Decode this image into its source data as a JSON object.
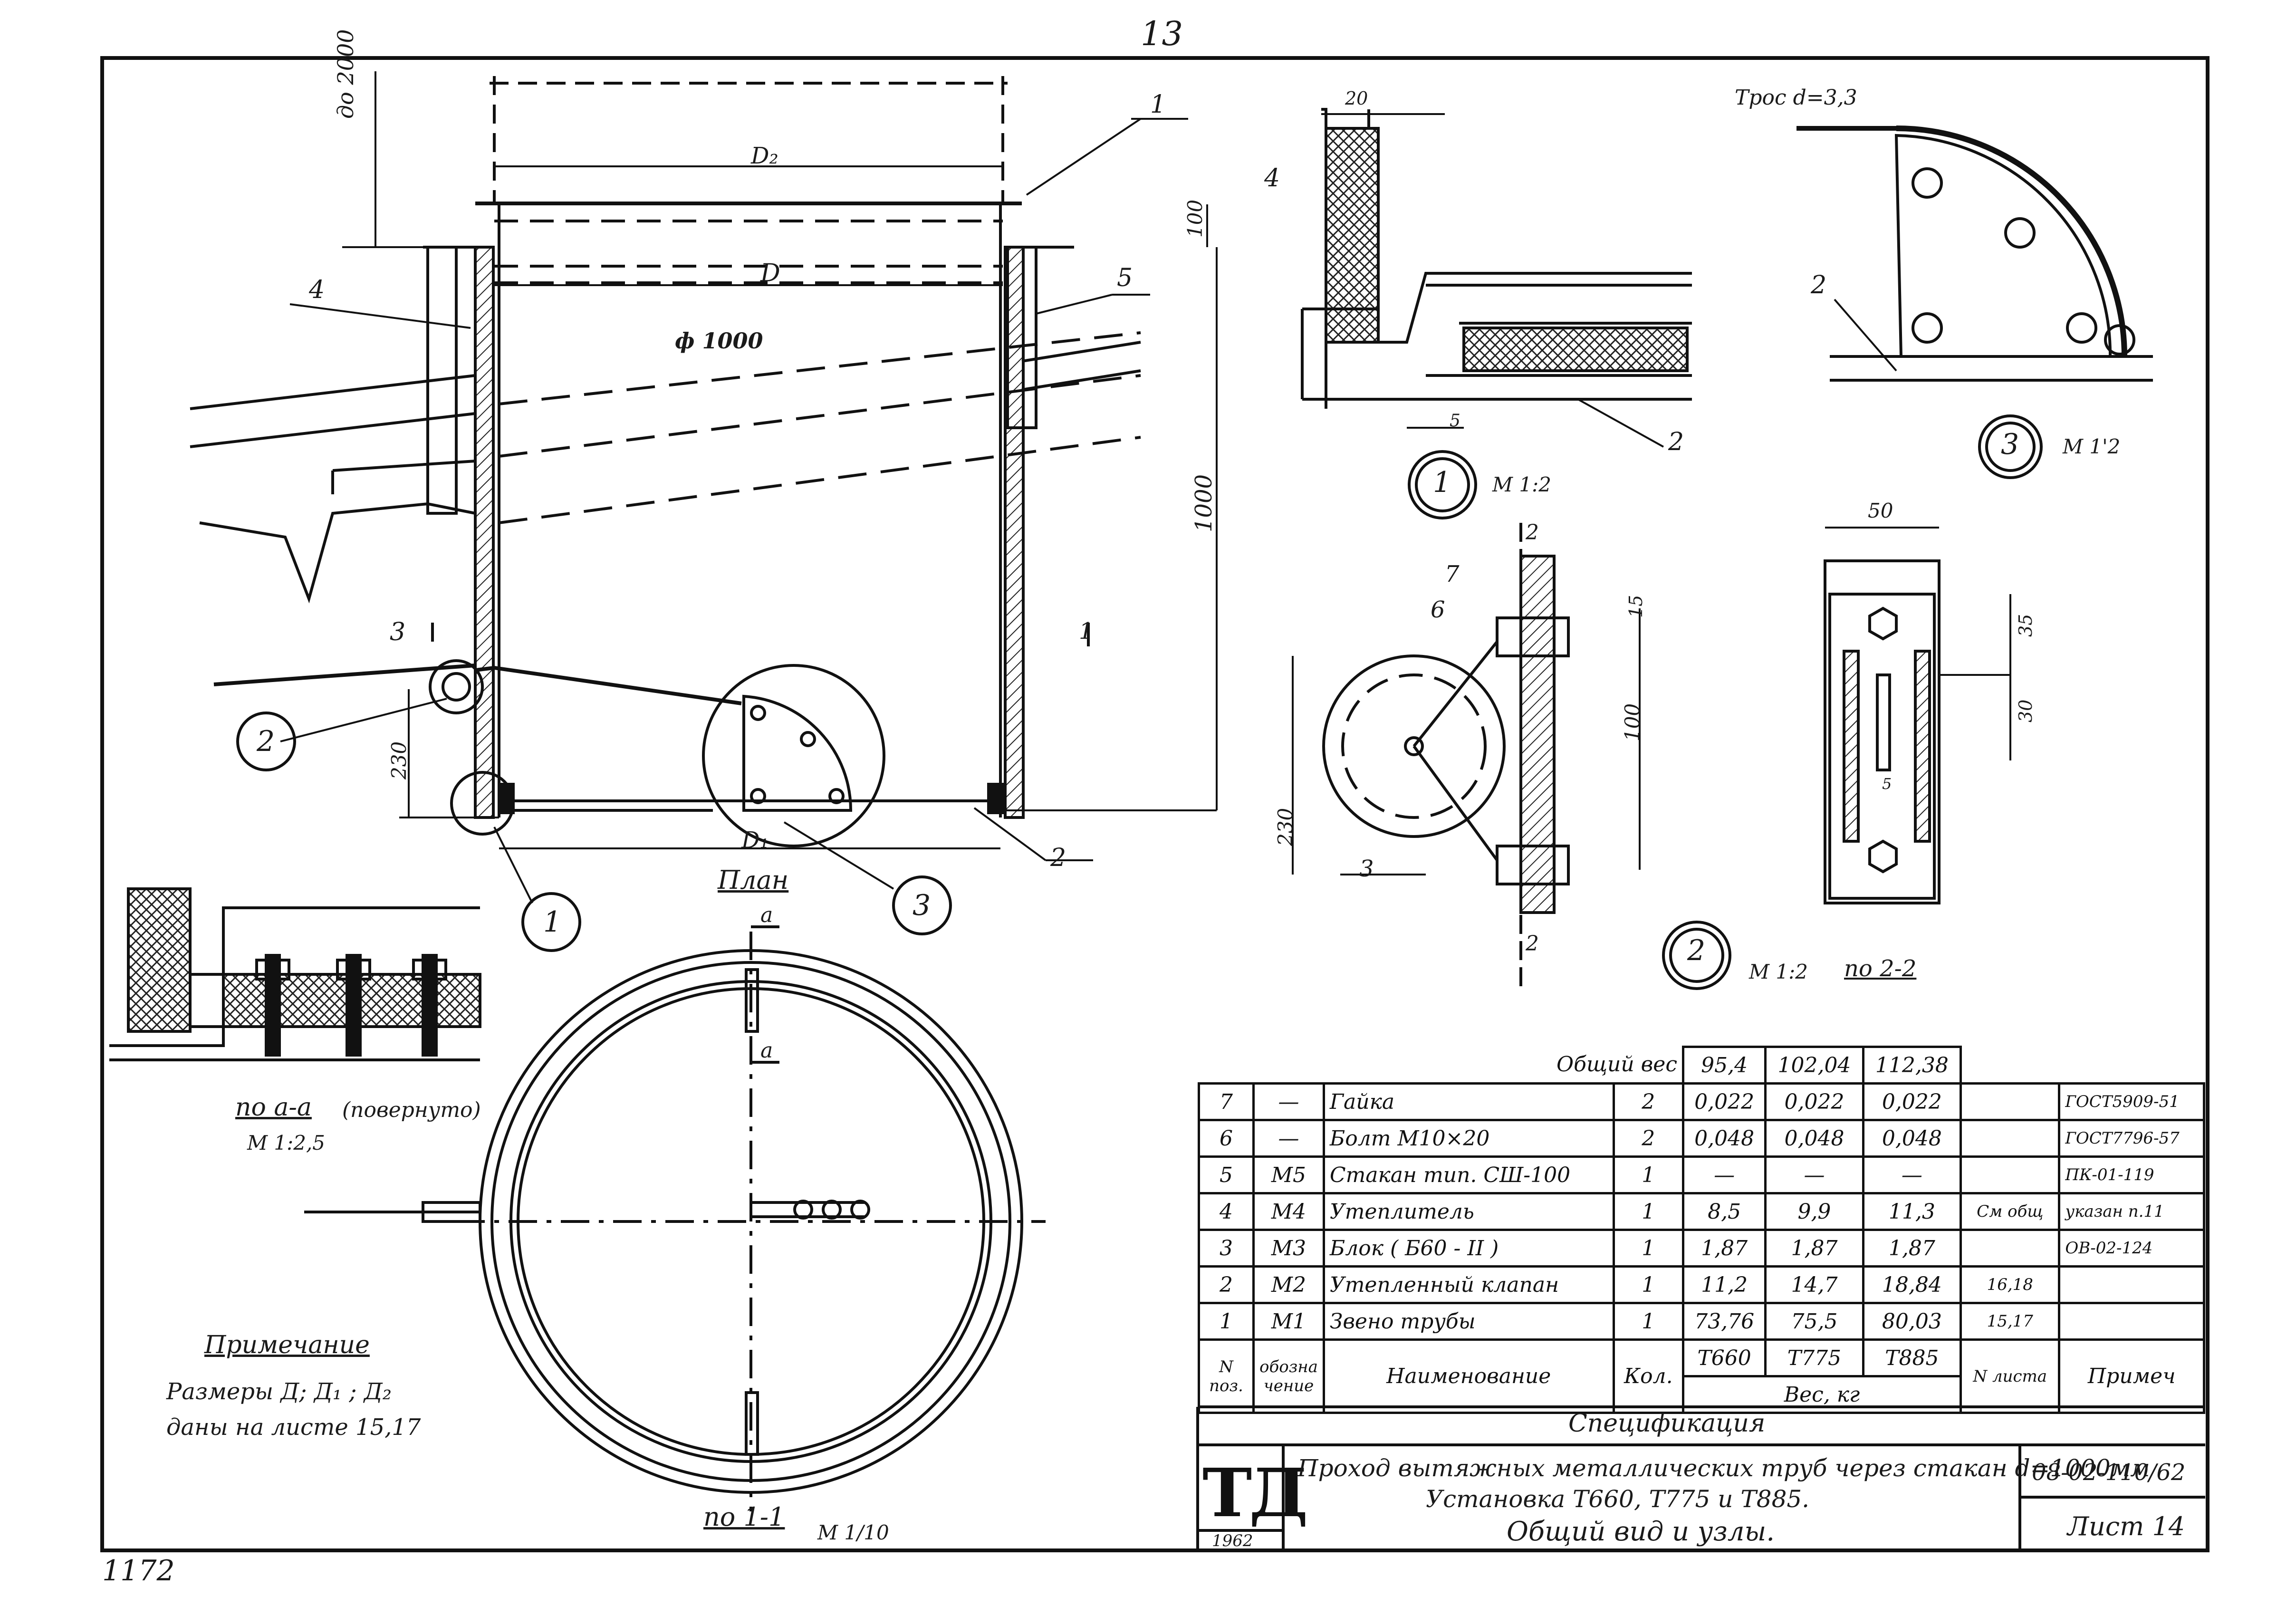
{
  "sheet": {
    "page_top_number": "13",
    "page_corner_number": "1172"
  },
  "labels": {
    "do2000": "до 2000",
    "d2": "D₂",
    "d": "D",
    "d1": "D₁",
    "phi1000": "ф 1000",
    "dim100_top": "100",
    "dim1000": "1000",
    "dim230_left": "230",
    "section_1": "1",
    "pos1": "1",
    "pos2": "2",
    "pos3": "3",
    "pos4": "4",
    "pos5": "5",
    "callout1": "1",
    "callout2": "2",
    "callout3": "3",
    "plan": "План",
    "a_top": "a",
    "a_mid": "a",
    "section_aa": "по а-а",
    "section_aa_note": "(повернуто)",
    "scale_aa": "М 1:2,5",
    "section_11": "по 1-1",
    "scale_11": "М 1/10",
    "node1_dim20": "20",
    "node1_dim5": "5",
    "node1_pos4": "4",
    "node1_pos2": "2",
    "node1_num": "1",
    "node1_scale": "М 1:2",
    "tros": "Трос d=3,3",
    "node3_pos2": "2",
    "node3_num": "3",
    "node3_scale": "М 1'2",
    "node2_num": "2",
    "node2_scale": "М 1:2",
    "node2_sec": "2",
    "node2_sec2": "2",
    "node2_pos7": "7",
    "node2_pos6": "6",
    "node2_pos3": "3",
    "node2_dim15": "15",
    "node2_dim100": "100",
    "node2_dim230": "230",
    "section_22": "по 2-2",
    "s22_dim50": "50",
    "s22_dim35": "35",
    "s22_dim30": "30",
    "s22_dim5": "5"
  },
  "note": {
    "title": "Примечание",
    "line1": "Размеры Д; Д₁ ; Д₂",
    "line2": "даны на листе 15,17"
  },
  "spec": {
    "total_label": "Общий вес",
    "totals": [
      "95,4",
      "102,04",
      "112,38"
    ],
    "rows": [
      {
        "n": "7",
        "code": "—",
        "name": "Гайка",
        "qty": "2",
        "w1": "0,022",
        "w2": "0,022",
        "w3": "0,022",
        "sheet": "",
        "note": "ГОСТ5909-51"
      },
      {
        "n": "6",
        "code": "—",
        "name": "Болт М10×20",
        "qty": "2",
        "w1": "0,048",
        "w2": "0,048",
        "w3": "0,048",
        "sheet": "",
        "note": "ГОСТ7796-57"
      },
      {
        "n": "5",
        "code": "М5",
        "name": "Стакан тип. СШ-100",
        "qty": "1",
        "w1": "—",
        "w2": "—",
        "w3": "—",
        "sheet": "",
        "note": "ПК-01-119"
      },
      {
        "n": "4",
        "code": "М4",
        "name": "Утеплитель",
        "qty": "1",
        "w1": "8,5",
        "w2": "9,9",
        "w3": "11,3",
        "sheet": "См общ",
        "note": "указан п.11"
      },
      {
        "n": "3",
        "code": "М3",
        "name": "Блок ( Б60 - II )",
        "qty": "1",
        "w1": "1,87",
        "w2": "1,87",
        "w3": "1,87",
        "sheet": "",
        "note": "ОВ-02-124"
      },
      {
        "n": "2",
        "code": "М2",
        "name": "Утепленный клапан",
        "qty": "1",
        "w1": "11,2",
        "w2": "14,7",
        "w3": "18,84",
        "sheet": "16,18",
        "note": ""
      },
      {
        "n": "1",
        "code": "М1",
        "name": "Звено трубы",
        "qty": "1",
        "w1": "73,76",
        "w2": "75,5",
        "w3": "80,03",
        "sheet": "15,17",
        "note": ""
      }
    ],
    "head": {
      "n": "N поз.",
      "code": "обозна чение",
      "name": "Наименование",
      "qty": "Кол.",
      "t1": "Т660",
      "t2": "Т775",
      "t3": "Т885",
      "weight": "Вес, кг",
      "sheet": "N листа",
      "note": "Примеч"
    },
    "caption": "Спецификация"
  },
  "title_block": {
    "logo": "ТД",
    "year": "1962",
    "line1": "Проход вытяжных металлических труб через стакан d=1000мм",
    "line2": "Установка Т660, Т775 и Т885.",
    "line3": "Общий вид и узлы.",
    "doc_no": "08-02-110/62",
    "sheet": "Лист 14"
  }
}
